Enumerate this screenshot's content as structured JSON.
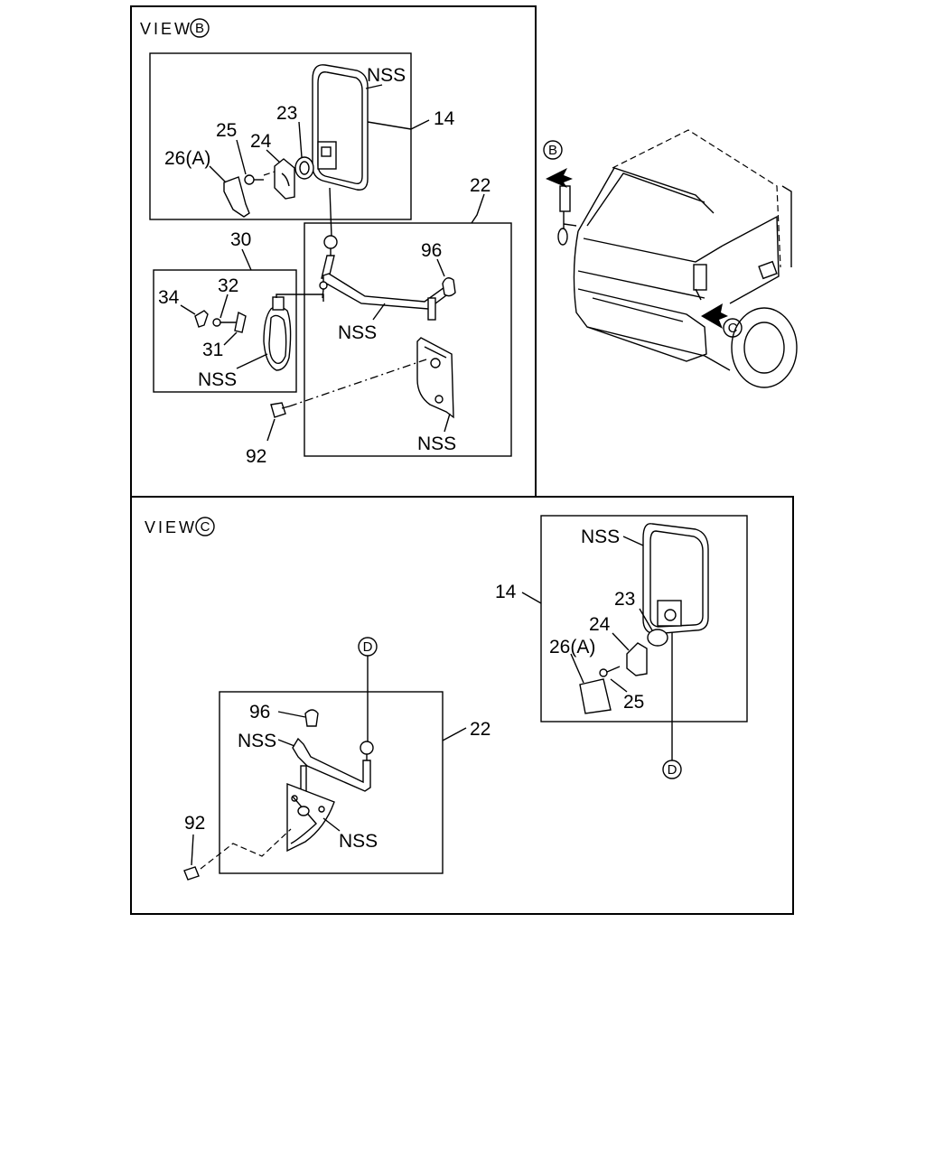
{
  "view_b": {
    "title": "VIEW",
    "title_circle": "B",
    "labels": {
      "nss_mirror": "NSS",
      "p14": "14",
      "p23": "23",
      "p24": "24",
      "p25": "25",
      "p26": "26(A)",
      "p22": "22",
      "p30": "30",
      "p96": "96",
      "p34": "34",
      "p32": "32",
      "p31": "31",
      "nss_arm": "NSS",
      "nss_small": "NSS",
      "p92": "92",
      "nss_bracket": "NSS"
    }
  },
  "truck_callouts": {
    "b": "B",
    "c": "C"
  },
  "view_c": {
    "title": "VIEW",
    "title_circle": "C",
    "labels": {
      "nss_mirror": "NSS",
      "p14": "14",
      "p23": "23",
      "p24": "24",
      "p26": "26(A)",
      "p25": "25",
      "d_bottom": "D",
      "d_top": "D",
      "p96": "96",
      "nss_arm": "NSS",
      "p22": "22",
      "p92": "92",
      "nss_bracket": "NSS"
    }
  }
}
